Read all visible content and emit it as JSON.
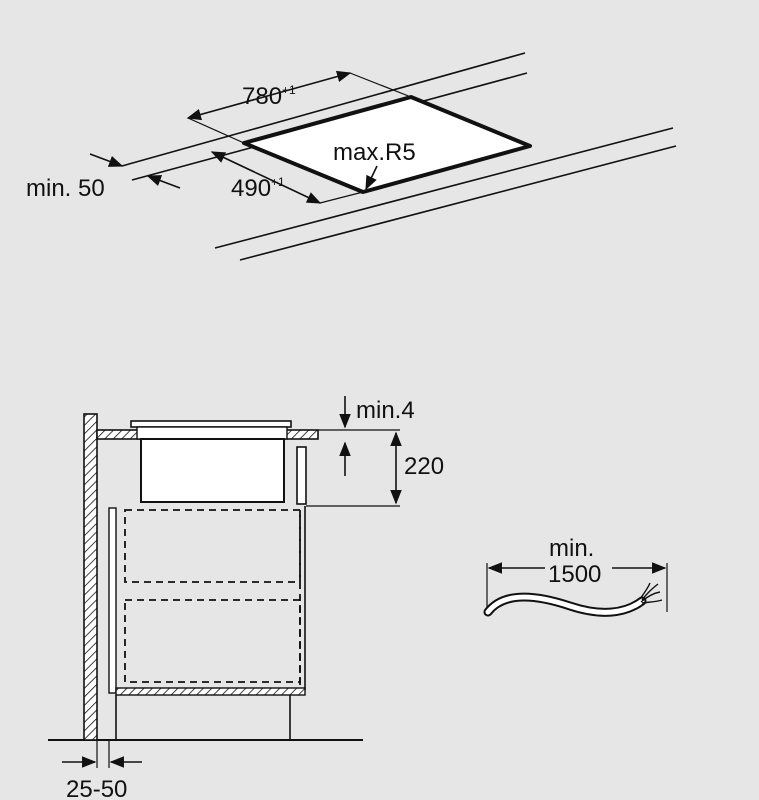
{
  "cutout": {
    "width_value": "780",
    "width_tolerance": "+1",
    "depth_value": "490",
    "depth_tolerance": "+1",
    "corner_radius": "max.R5",
    "edge_distance": "min. 50"
  },
  "section": {
    "clearance": "min.4",
    "height": "220",
    "wall_gap": "25-50"
  },
  "cable": {
    "label_line1": "min.",
    "label_line2": "1500"
  },
  "colors": {
    "background": "#e6e6e6",
    "ink": "#111111",
    "surface": "#ffffff"
  }
}
